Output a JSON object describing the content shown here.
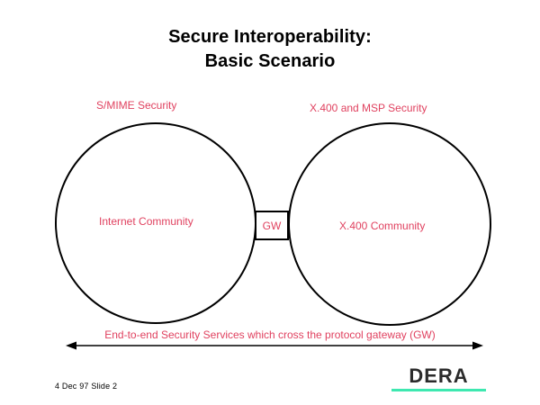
{
  "slide": {
    "title_line1": "Secure Interoperability:",
    "title_line2": "Basic Scenario",
    "background_color": "#ffffff",
    "accent_color": "#e0415f",
    "outline_color": "#000000",
    "logo_rule_color": "#3ee8b0"
  },
  "diagram": {
    "left_security_label": "S/MIME Security",
    "right_security_label": "X.400 and MSP Security",
    "left_community_label": "Internet Community",
    "right_community_label": "X.400 Community",
    "gateway_label": "GW",
    "end_to_end_label": "End-to-end Security Services which cross the protocol gateway (GW)"
  },
  "footer": {
    "slide_info": "4 Dec 97 Slide 2",
    "logo_text": "DERA"
  }
}
